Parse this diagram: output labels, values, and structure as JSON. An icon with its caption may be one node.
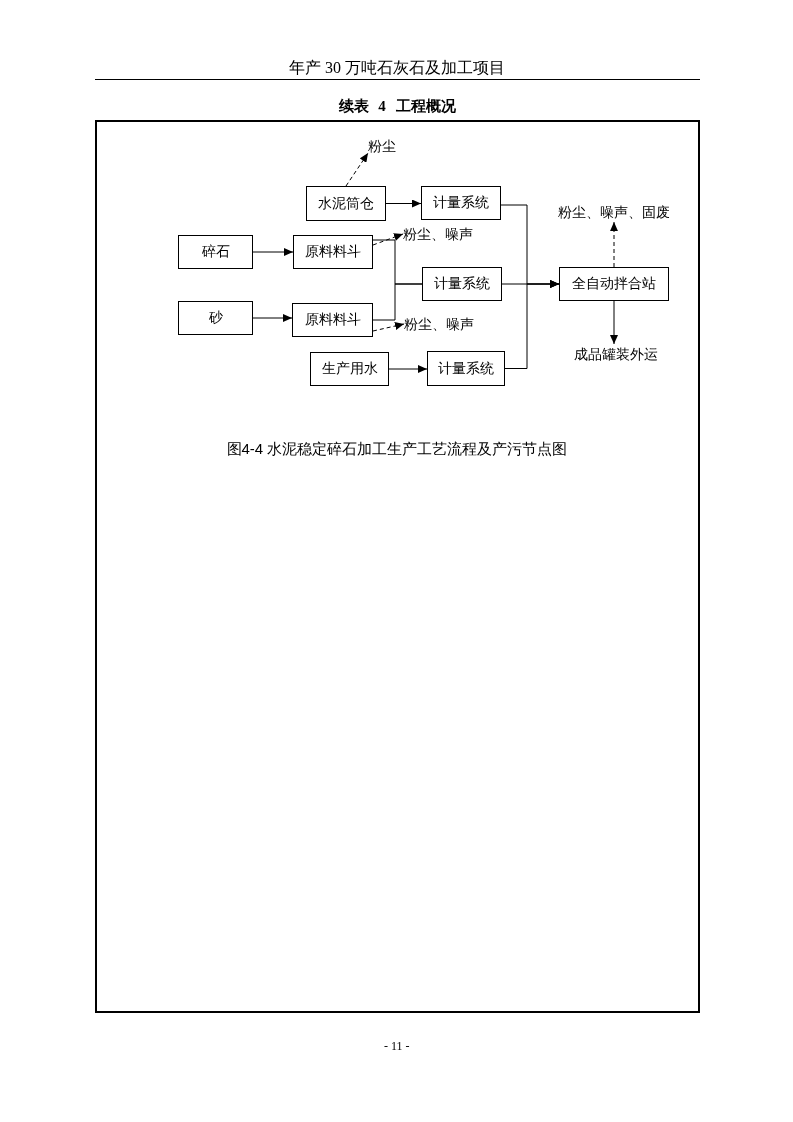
{
  "diagram": {
    "title": "续表 4 工程概况",
    "caption": "图4-4 水泥稳定碎石加工生产工艺流程及产污节点图",
    "nodes": [
      {
        "text": [
          "粉尘"
        ]
      },
      {
        "text": [
          "水泥筒仓"
        ]
      },
      {
        "text": [
          "计量系统"
        ]
      },
      {
        "text": [
          "碎石"
        ]
      },
      {
        "text": [
          "原料料斗"
        ]
      },
      {
        "text": [
          "粉尘、噪声"
        ]
      },
      {
        "text": [
          "计量系统"
        ]
      },
      {
        "text": [
          "全自动拌合站"
        ]
      },
      {
        "text": [
          "粉尘、噪声、固废"
        ]
      },
      {
        "text": [
          "砂"
        ]
      },
      {
        "text": [
          "原料料斗"
        ]
      },
      {
        "text": [
          "粉尘、噪声"
        ]
      },
      {
        "text": [
          "生产用水"
        ]
      },
      {
        "text": [
          "计量系统"
        ]
      },
      {
        "text": [
          "成品罐装外运"
        ]
      }
    ],
    "edges": [
      {
        "from": 1,
        "to": 0,
        "arrow": "to",
        "style": "dashed"
      },
      {
        "from": 1,
        "to": 2,
        "arrow": "to"
      },
      {
        "from": 3,
        "to": 4,
        "arrow": "to"
      },
      {
        "from": 4,
        "to": 5,
        "arrow": "to",
        "style": "dashed"
      },
      {
        "from": 4,
        "to": 6,
        "arrow": "none"
      },
      {
        "from": 10,
        "to": 6,
        "arrow": "none"
      },
      {
        "from": 9,
        "to": 10,
        "arrow": "to"
      },
      {
        "from": 10,
        "to": 11,
        "arrow": "to",
        "style": "dashed"
      },
      {
        "from": 2,
        "to": 7,
        "arrow": "to"
      },
      {
        "from": 6,
        "to": 7,
        "arrow": "to"
      },
      {
        "from": 13,
        "to": 7,
        "arrow": "to"
      },
      {
        "from": 12,
        "to": 13,
        "arrow": "to"
      },
      {
        "from": 7,
        "to": 8,
        "arrow": "to",
        "style": "dashed"
      },
      {
        "from": 7,
        "to": 14,
        "arrow": "to"
      }
    ],
    "labels": [
      "年产 30 万吨石灰石及加工项目",
      "- 11 -"
    ]
  }
}
